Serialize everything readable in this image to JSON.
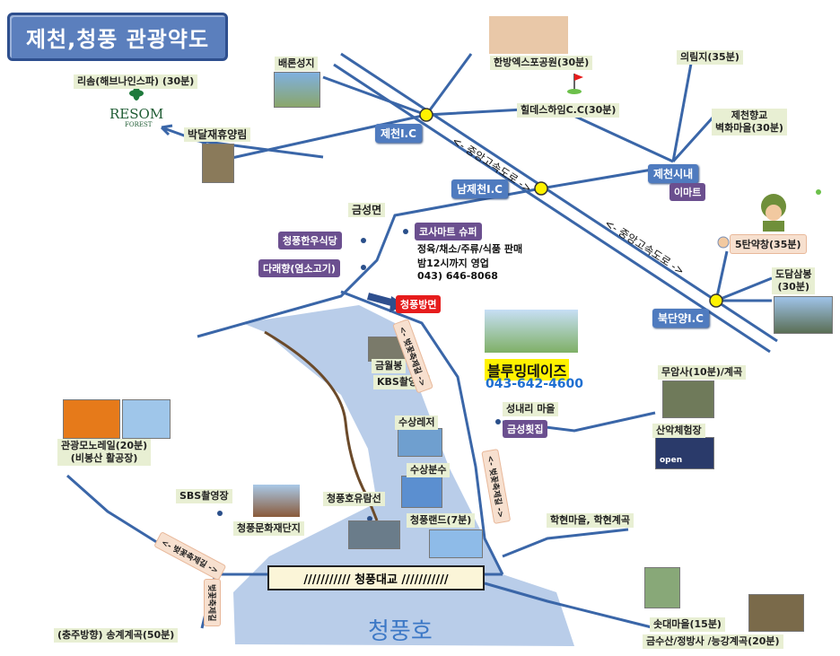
{
  "title": "제천,청풍 관광약도",
  "labels": {
    "resom": "리솜(해브나인스파) (30분)",
    "baeron": "배론성지",
    "expo": "한방엑스포공원(30분)",
    "hillde": "힐데스하임C.C(30분)",
    "uirim": "의림지(35분)",
    "hyanggyo": "제천향교\n벽화마을(30분)",
    "bakdal": "박달재휴양림",
    "jecheon_ic": "제천I.C",
    "namjecheon_ic": "남제천I.C",
    "jecheon_city": "제천시내",
    "emart": "이마트",
    "geumseong": "금성면",
    "hanwoo": "청풍한우식당",
    "darae": "다래향(염소고기)",
    "kosa": "코사마트 슈퍼",
    "kosa_1": "정육/채소/주류/식품 판매",
    "kosa_2": "밤12시까지 영업",
    "kosa_3": "043) 646-8068",
    "ddanyak": "5탄약창(35분)",
    "dodam": "도담삼봉\n(30분)",
    "bukdanyang_ic": "북단양I.C",
    "expressway1": "<- 중앙고속도로 ->",
    "expressway2": "<- 중앙고속도로 ->",
    "cheongpung_dir": "청풍방면",
    "bluemingdays": "블루밍데이즈",
    "blue_phone": "043-642-4600",
    "geumwol": "금월봉",
    "kbs": "KBS촬영장",
    "leisure": "수상레저",
    "fountain": "수상분수",
    "cheongpungland": "청풍랜드(7분)",
    "cruise": "청풍호유람선",
    "sbs": "SBS촬영장",
    "culture": "청풍문화재단지",
    "monorail": "관광모노레일(20분)\n(비봉산 활공장)",
    "muam": "무암사(10분)/계곡",
    "seongnae": "성내리 마을",
    "geumseong_hwet": "금성횟집",
    "sanak": "산악체험장",
    "hakhyeon": "학현마을, 학현계곡",
    "sodae": "솟대마을(15분)",
    "geumsusan": "금수산/정방사 /능강계곡(20분)",
    "songgye": "(충주방향) 송계계곡(50분)",
    "bridge": "/////////// 청풍대교 ///////////",
    "lake": "청풍호",
    "blossom1": "<- 벚꽃축제길 ->",
    "blossom2": "<- 벚꽃축제길 ->",
    "blossom3": "<- 벚꽃축제길 ->",
    "blossom4": "벚꽃축제길",
    "resom_logo": "RESOM",
    "resom_sub": "FOREST",
    "sanak_sign": "open"
  },
  "colors": {
    "lake": "#b9cde9",
    "road_blue": "#3a66a8",
    "road_brown": "#6b4a2a",
    "ic_label": "#4f7bbf",
    "landmark_label": "#e8efd3",
    "purple_label": "#6b4f8f",
    "blue_phone": "#1f6fd1",
    "highlight_yellow": "#fff200"
  },
  "icons": [
    "resom-leaf-icon",
    "golf-flag-icon",
    "soldier-mascot-icon",
    "interchange-dot-icon",
    "poi-dot-icon",
    "arrow-icon"
  ]
}
